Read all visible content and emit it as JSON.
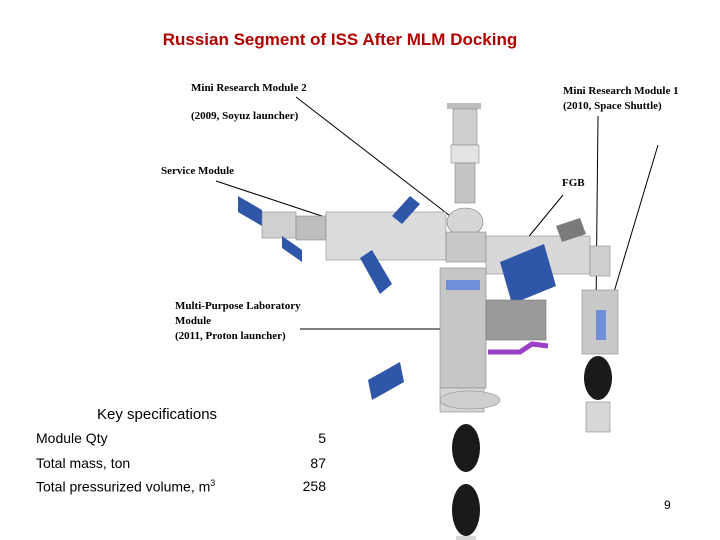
{
  "slide": {
    "title": "Russian Segment of ISS After MLM Docking",
    "page_number": "9"
  },
  "labels": {
    "mrm2_name": "Mini Research Module 2",
    "mrm2_detail": "(2009, Soyuz launcher)",
    "mrm1_name": "Mini Research Module 1",
    "mrm1_detail": "(2010, Space Shuttle)",
    "service_module": "Service Module",
    "fgb": "FGB",
    "mlm_line1": "Multi-Purpose Laboratory",
    "mlm_line2": "Module",
    "mlm_line3": "(2011, Proton launcher)"
  },
  "specs": {
    "heading": "Key specifications",
    "rows": [
      {
        "label": "Module Qty",
        "value": "5"
      },
      {
        "label": "Total mass, ton",
        "value": "87"
      },
      {
        "label": "Total pressurized volume, m",
        "sup": "3",
        "value": "258"
      }
    ]
  },
  "colors": {
    "title": "#b00000",
    "module_body": "#d9d9d9",
    "solar_panel": "#2f56a8",
    "accent_purple": "#9b3fc7",
    "dark_module": "#1a1a1a"
  }
}
